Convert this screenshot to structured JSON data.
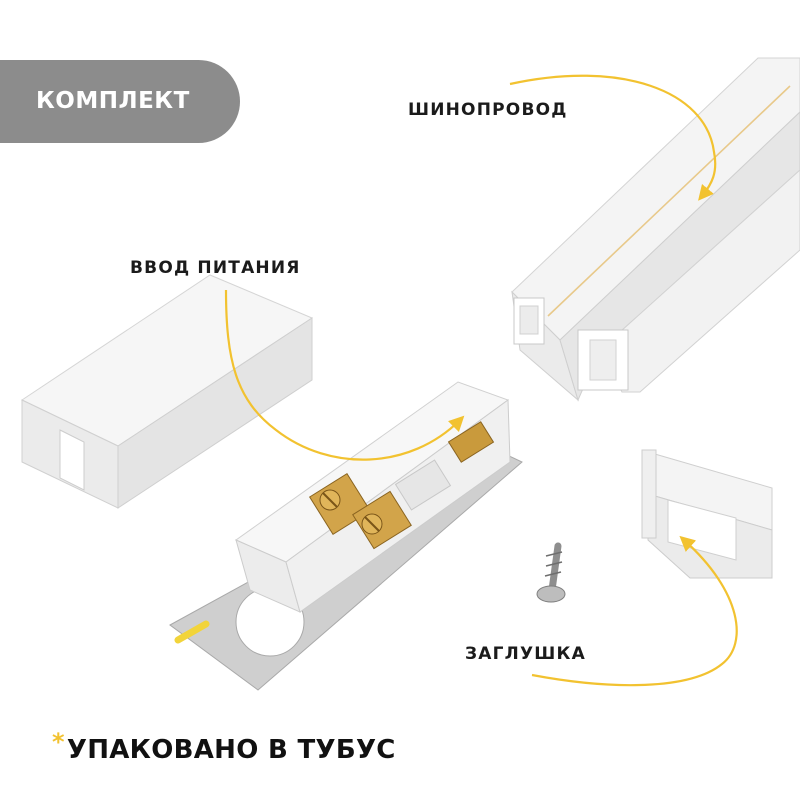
{
  "badge": {
    "label": "КОМПЛЕКТ"
  },
  "labels": {
    "rail": "ШИНОПРОВОД",
    "power_feed": "ВВОД ПИТАНИЯ",
    "end_cap": "ЗАГЛУШКА"
  },
  "footer": {
    "marker": "*",
    "text": "УПАКОВАНО В ТУБУС"
  },
  "colors": {
    "badge": "#8c8c8c",
    "accent": "#f2c230",
    "text": "#1b1b1b"
  }
}
